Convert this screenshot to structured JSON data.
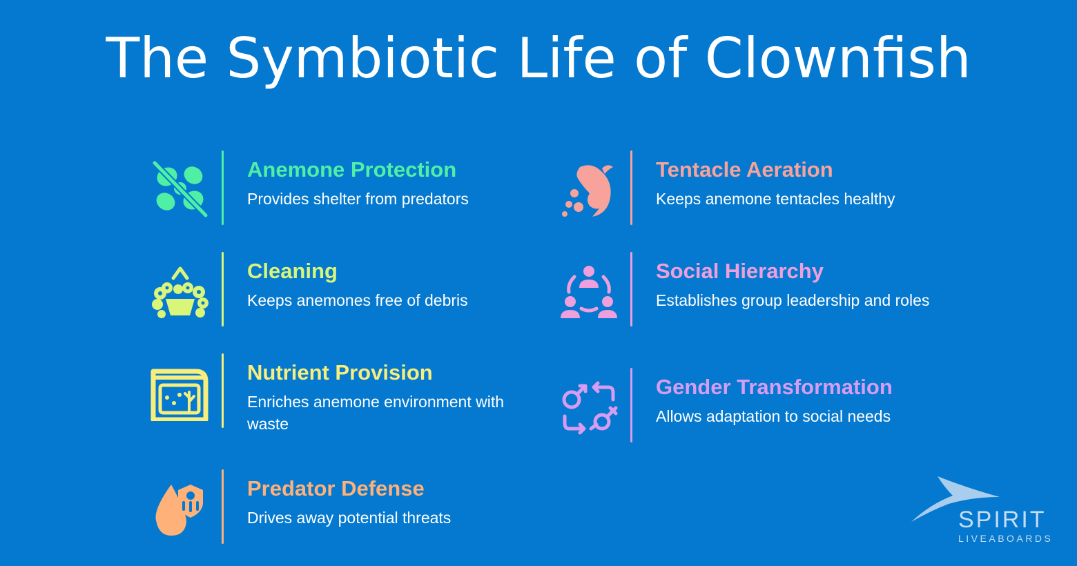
{
  "title": "The Symbiotic Life of Clownfish",
  "colors": {
    "background": "#0579cf",
    "green": "#4ff0a6",
    "lime": "#d9f57a",
    "yellow": "#f7ee7c",
    "orange": "#ffb17a",
    "salmon": "#f7a39b",
    "pink": "#ef9fdc",
    "violet": "#d89cf3"
  },
  "cards": [
    {
      "heading": "Anemone Protection",
      "description": "Provides shelter from predators",
      "icon": "no-clover-icon"
    },
    {
      "heading": "Cleaning",
      "description": "Keeps anemones free of debris",
      "icon": "cleaning-bubbles-icon"
    },
    {
      "heading": "Nutrient Provision",
      "description": "Enriches anemone environment with waste",
      "icon": "aquarium-icon"
    },
    {
      "heading": "Predator Defense",
      "description": "Drives away potential threats",
      "icon": "drop-shield-icon"
    },
    {
      "heading": "Tentacle Aeration",
      "description": "Keeps anemone tentacles healthy",
      "icon": "dolphin-icon"
    },
    {
      "heading": "Social Hierarchy",
      "description": "Establishes group leadership and roles",
      "icon": "group-hierarchy-icon"
    },
    {
      "heading": "Gender Transformation",
      "description": "Allows adaptation to social needs",
      "icon": "gender-swap-icon"
    }
  ],
  "logo": {
    "name": "SPIRIT",
    "tagline": "LIVEABOARDS"
  }
}
